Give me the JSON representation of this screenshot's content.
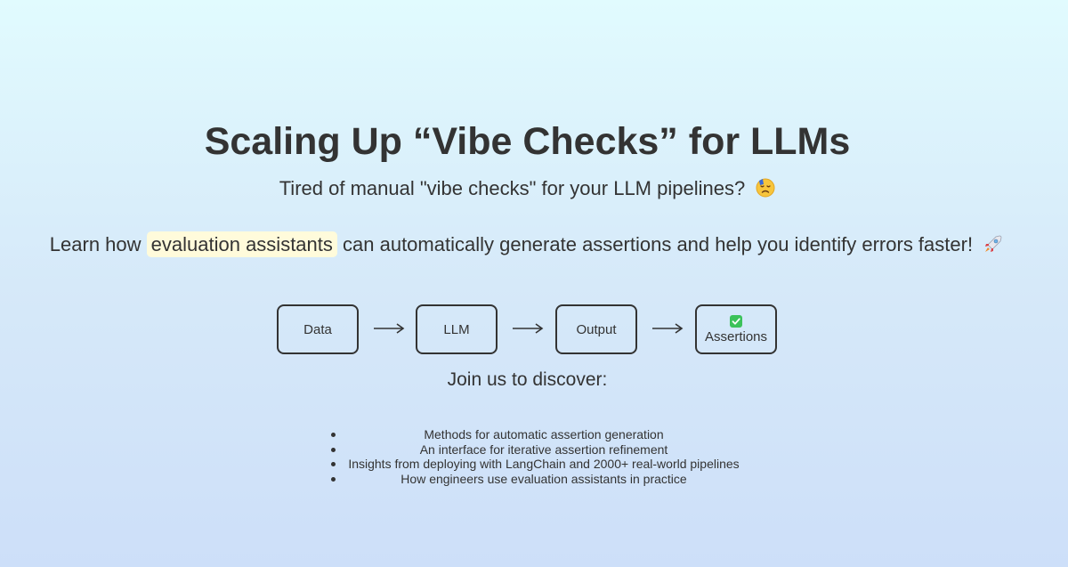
{
  "header": {
    "title": "Scaling Up “Vibe Checks” for LLMs",
    "subtitle": "Tired of manual \"vibe checks\" for your LLM pipelines?",
    "subtitle_icon": "tired-face-emoji"
  },
  "intro": {
    "prefix": "Learn how",
    "highlight": "evaluation assistants",
    "suffix": "can automatically generate assertions and help you identify errors faster!",
    "icon": "rocket-emoji",
    "highlight_color": "#fffbdb"
  },
  "flow": {
    "steps": [
      {
        "label": "Data"
      },
      {
        "label": "LLM"
      },
      {
        "label": "Output"
      },
      {
        "label": "Assertions",
        "icon": "check-mark-emoji"
      }
    ],
    "arrow_icon": "long-right-arrow"
  },
  "discover": {
    "heading": "Join us to discover:",
    "items": [
      "Methods for automatic assertion generation",
      "An interface for iterative assertion refinement",
      "Insights from deploying with LangChain and 2000+ real-world pipelines",
      "How engineers use evaluation assistants in practice"
    ]
  },
  "colors": {
    "background_top": "#e1fbfe",
    "background_bottom": "#cddff9",
    "text": "#333333",
    "check": "#3cc25a"
  }
}
